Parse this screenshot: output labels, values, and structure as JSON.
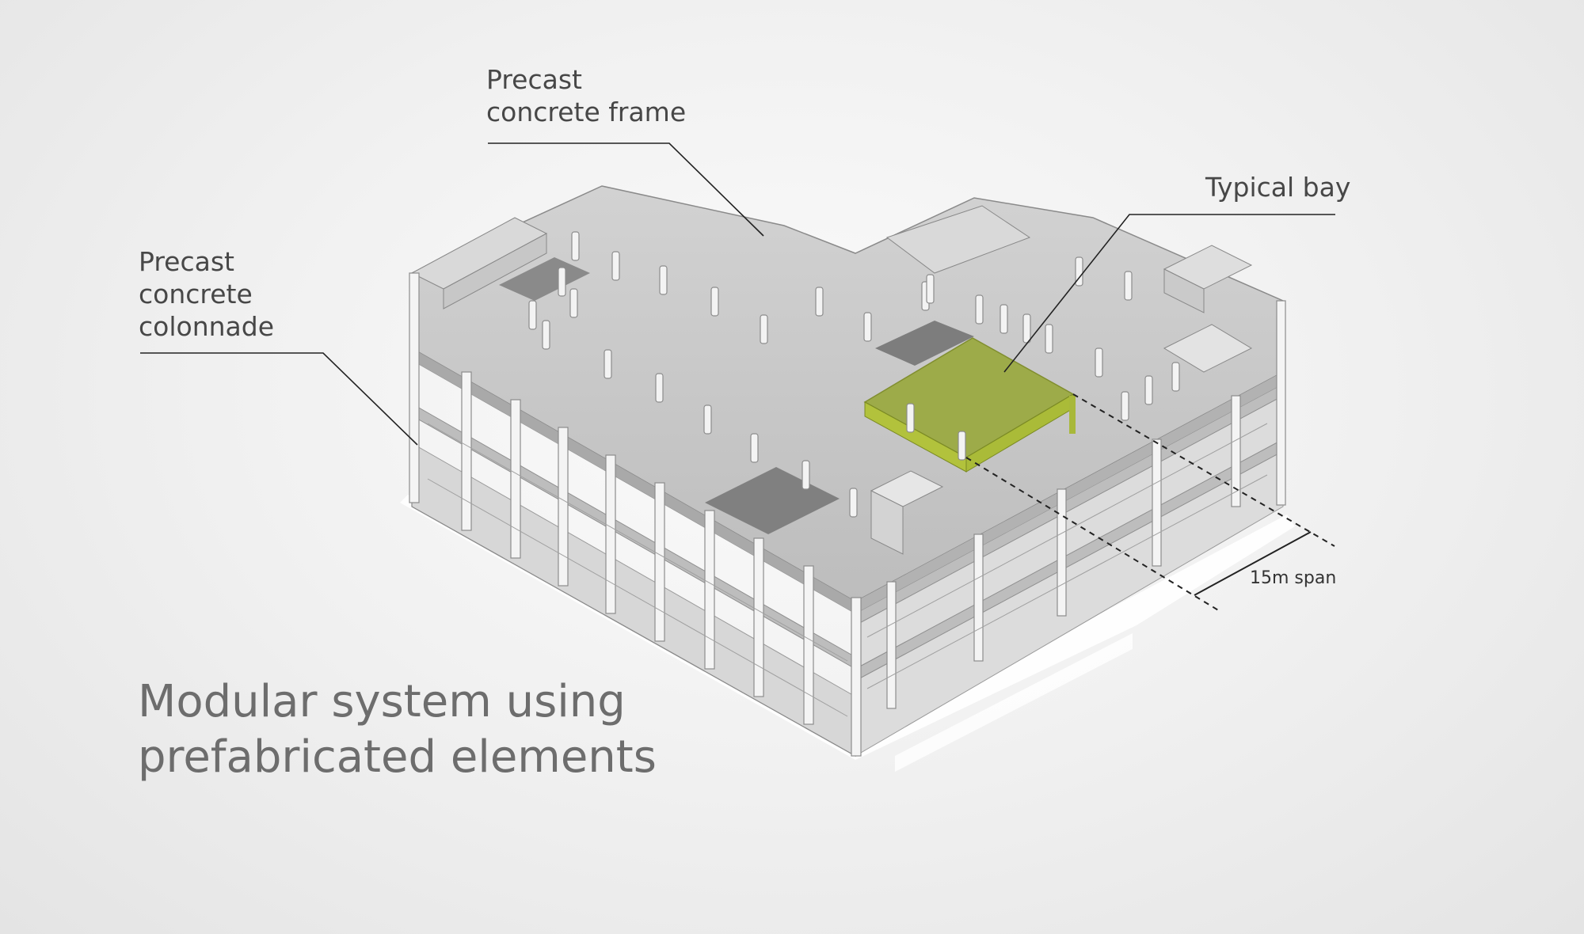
{
  "labels": {
    "frame": {
      "line1": "Precast",
      "line2": "concrete frame"
    },
    "colonnade": {
      "line1": "Precast",
      "line2": "concrete",
      "line3": "colonnade"
    },
    "bay": "Typical bay",
    "span": "15m span"
  },
  "title": {
    "line1": "Modular system using",
    "line2": "prefabricated elements"
  },
  "colors": {
    "background": "#f1f1f1",
    "highlight": "#9aa93f",
    "slab": "#c9c9c9",
    "column": "#f2f2f2",
    "text": "#474747"
  }
}
